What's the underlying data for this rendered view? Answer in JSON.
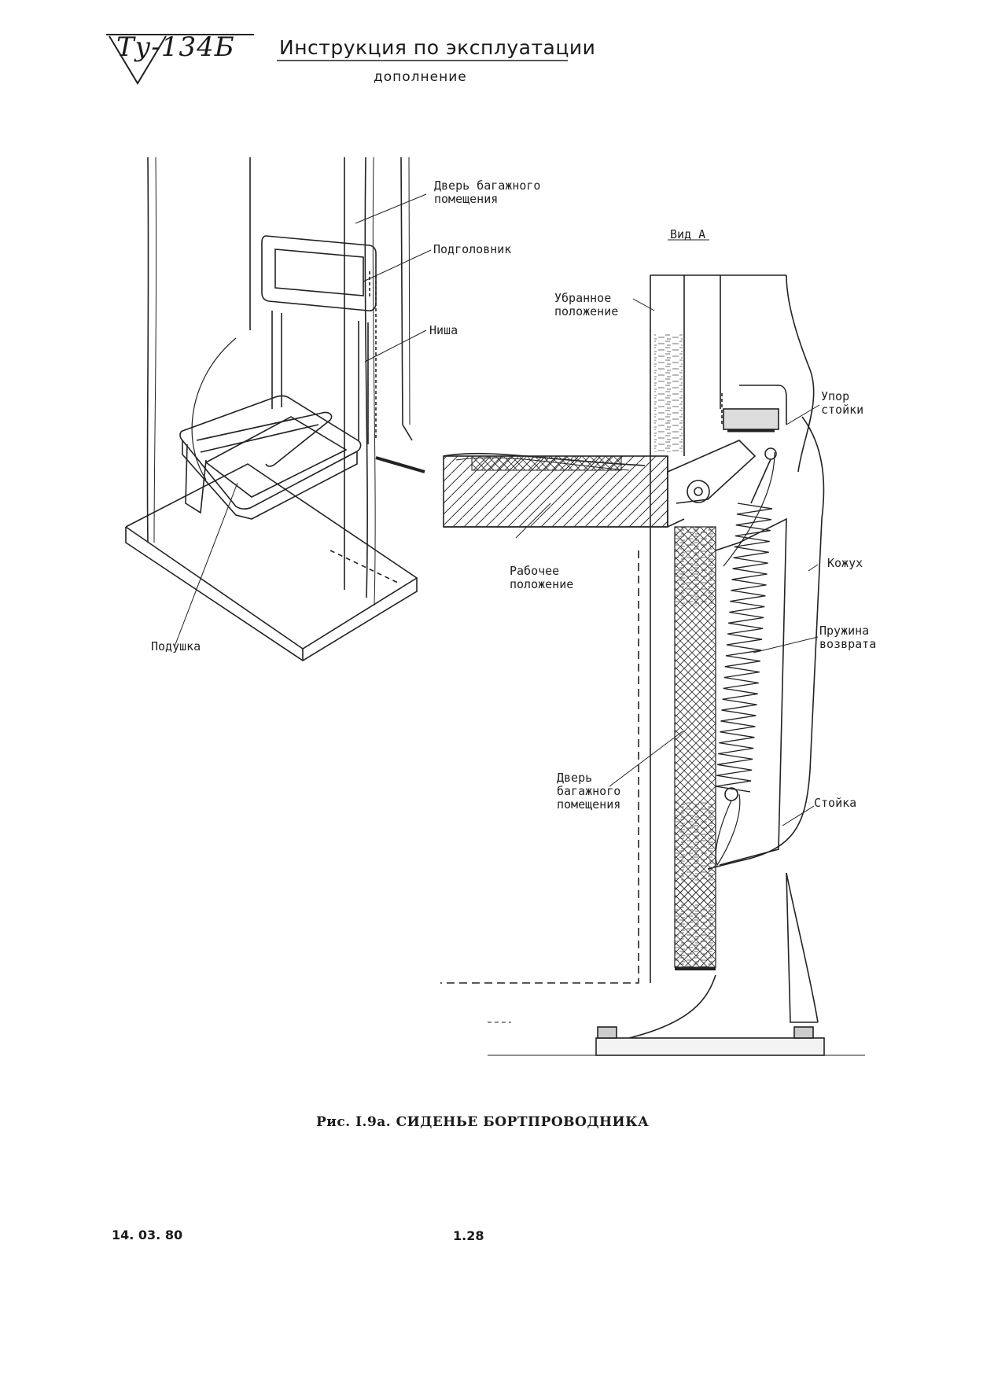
{
  "header": {
    "doc_code": "Ту-134Б",
    "title": "Инструкция по эксплуатации",
    "subtitle": "дополнение"
  },
  "figure_left": {
    "labels": {
      "baggage_door": "Дверь багажного\nпомещения",
      "headrest": "Подголовник",
      "niche": "Ниша",
      "cushion": "Подушка"
    }
  },
  "figure_right": {
    "view_label": "Вид А",
    "labels": {
      "stowed": "Убранное\nположение",
      "working": "Рабочее\nположение",
      "post_stop": "Упор\nстойки",
      "casing": "Кожух",
      "return_spring": "Пружина\nвозврата",
      "baggage_door": "Дверь\nбагажного\nпомещения",
      "post": "Стойка"
    }
  },
  "caption": "Рис. I.9а.  СИДЕНЬЕ БОРТПРОВОДНИКА",
  "footer": {
    "date": "14. 03. 80",
    "page": "1.28"
  }
}
